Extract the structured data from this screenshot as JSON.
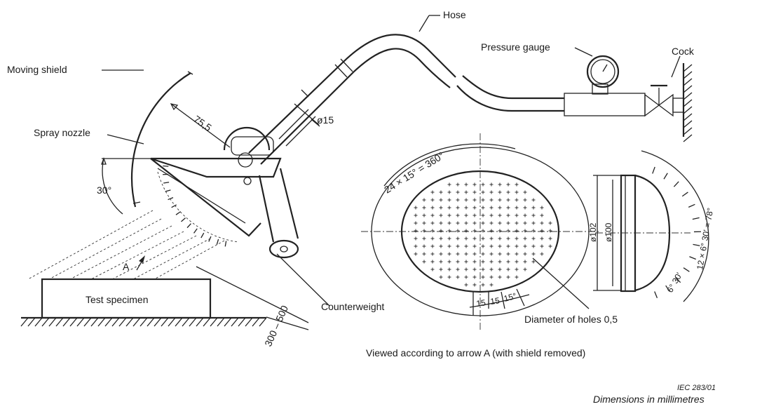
{
  "labels": {
    "hose": "Hose",
    "pressure_gauge": "Pressure gauge",
    "cock": "Cock",
    "moving_shield": "Moving shield",
    "spray_nozzle": "Spray nozzle",
    "dim_75_5": "75,5",
    "dim_d15": "ø15",
    "angle_30": "30°",
    "dim_24x15": "24 × 15° = 360°",
    "dim_d102": "ø102",
    "dim_d100": "ø100",
    "dim_12x6": "12 × 6° 30' = 78°",
    "dim_6_30": "6° 30'",
    "dim_15a": "15",
    "dim_15b": "15",
    "dim_15deg": "15°",
    "arrow_a": "A",
    "test_specimen": "Test specimen",
    "counterweight": "Counterweight",
    "dim_300_500": "300 – 500",
    "diameter_holes": "Diameter of holes 0,5",
    "viewed_caption": "Viewed according to arrow A (with shield removed)",
    "iec_ref": "IEC   283/01",
    "units_note": "Dimensions in millimetres"
  }
}
